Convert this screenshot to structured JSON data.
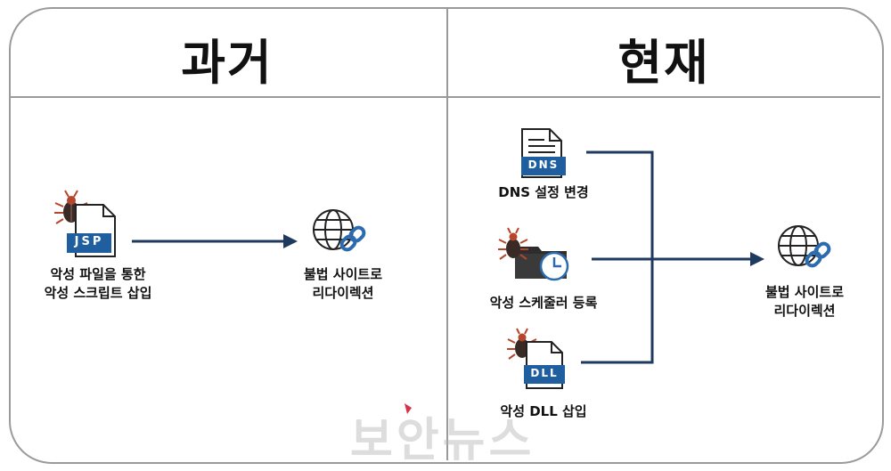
{
  "headers": {
    "past": "과거",
    "present": "현재"
  },
  "past": {
    "source_label_1": "악성 파일을 통한",
    "source_label_2": "악성 스크립트 삽입",
    "file_tag": "JSP",
    "target_label_1": "불법 사이트로",
    "target_label_2": "리다이렉션"
  },
  "present": {
    "item1_tag": "DNS",
    "item1_label": "DNS 설정 변경",
    "item2_label": "악성 스케줄러 등록",
    "item3_tag": "DLL",
    "item3_label": "악성 DLL 삽입",
    "target_label_1": "불법 사이트로",
    "target_label_2": "리다이렉션"
  },
  "watermark": "보안뉴스",
  "colors": {
    "arrow": "#1f3a5f",
    "tag": "#1f5f9f",
    "link": "#2b6cb0",
    "bug": "#b5452b"
  }
}
